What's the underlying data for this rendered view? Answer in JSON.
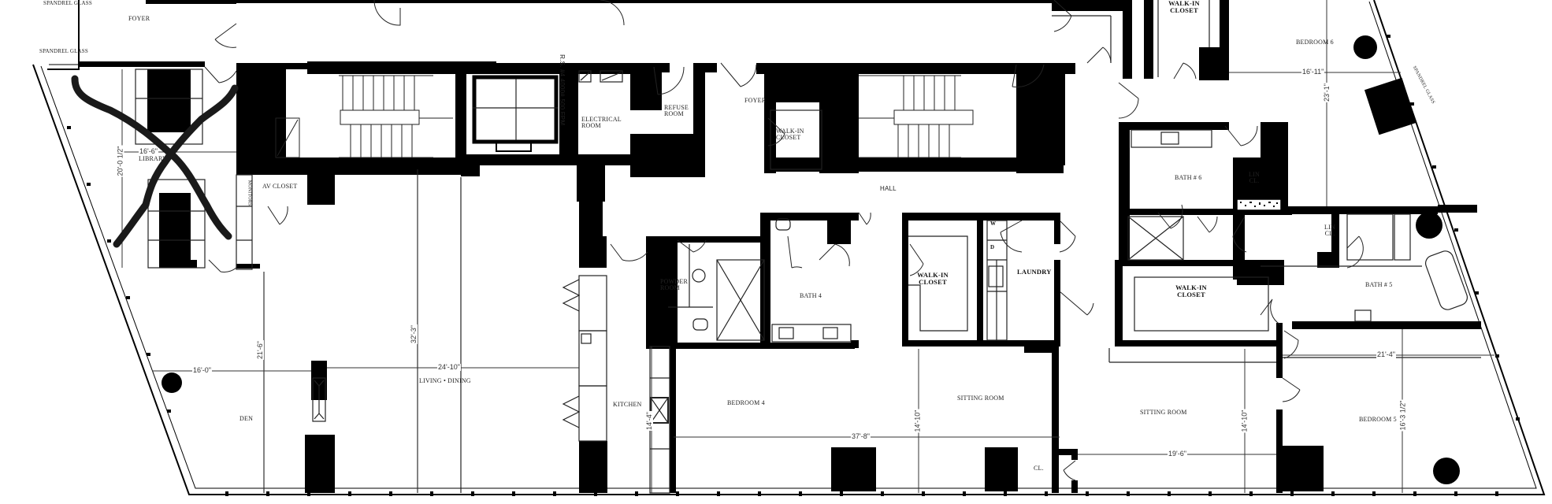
{
  "plan": {
    "type": "architectural floor plan",
    "units": "feet-inches",
    "colors": {
      "wall": "#000000",
      "line": "#222222",
      "background": "#ffffff",
      "markup": "#1a1a1a"
    },
    "markup_annotation": "hand-drawn X over library"
  },
  "rooms": {
    "foyer_main": "FOYER",
    "spandrel_top": "SPANDREL GLASS",
    "spandrel_left": "SPANDREL GLASS",
    "spandrel_right": "SPANDREL GLASS",
    "library": "LIBRARY",
    "av_closet": "AV CLOSET",
    "monitors": "MONITORS",
    "elevator": "R.S. #4 4000# 500 fpm",
    "electrical": "ELECTRICAL ROOM",
    "refuse": "REFUSE ROOM",
    "foyer_east": "FOYER",
    "walkin_closet_foyer": "WALK-IN CLOSET",
    "hall": "HALL",
    "walkin_closet_top": "WALK-IN CLOSET",
    "bedroom6": "BEDROOM 6",
    "bath6": "BATH # 6",
    "lin_cl_1": "LIN CL.",
    "lin_cl_2": "LIN CL.",
    "bath5": "BATH # 5",
    "walkin_closet_bath": "WALK-IN CLOSET",
    "powder_room": "POWDER ROOM",
    "bath4": "BATH 4",
    "walkin_closet_mid": "WALK-IN CLOSET",
    "laundry": "LAUNDRY",
    "washer": "W",
    "dryer": "D",
    "kitchen": "KITCHEN",
    "den": "DEN",
    "living_dining": "LIVING • DINING",
    "bedroom4": "BEDROOM 4",
    "sitting_room_1": "SITTING ROOM",
    "sitting_room_2": "SITTING ROOM",
    "closet": "CL.",
    "bedroom5": "BEDROOM 5"
  },
  "dimensions": {
    "library_w": "16'-6\"",
    "library_h": "20'-0 1/2\"",
    "den_w": "16'-0\"",
    "den_h": "21'-6\"",
    "living_w": "24'-10\"",
    "living_h": "32'-3\"",
    "kitchen_h": "14'-4\"",
    "bedroom4_w": "37'-8\"",
    "sitting1_h": "14'-10\"",
    "sitting2_w": "19'-6\"",
    "sitting2_h": "14'-10\"",
    "bedroom5_w": "21'-4\"",
    "bedroom5_h": "16'-3 1/2\"",
    "bedroom6_w": "16'-11\"",
    "bedroom6_h": "23'-1\""
  }
}
